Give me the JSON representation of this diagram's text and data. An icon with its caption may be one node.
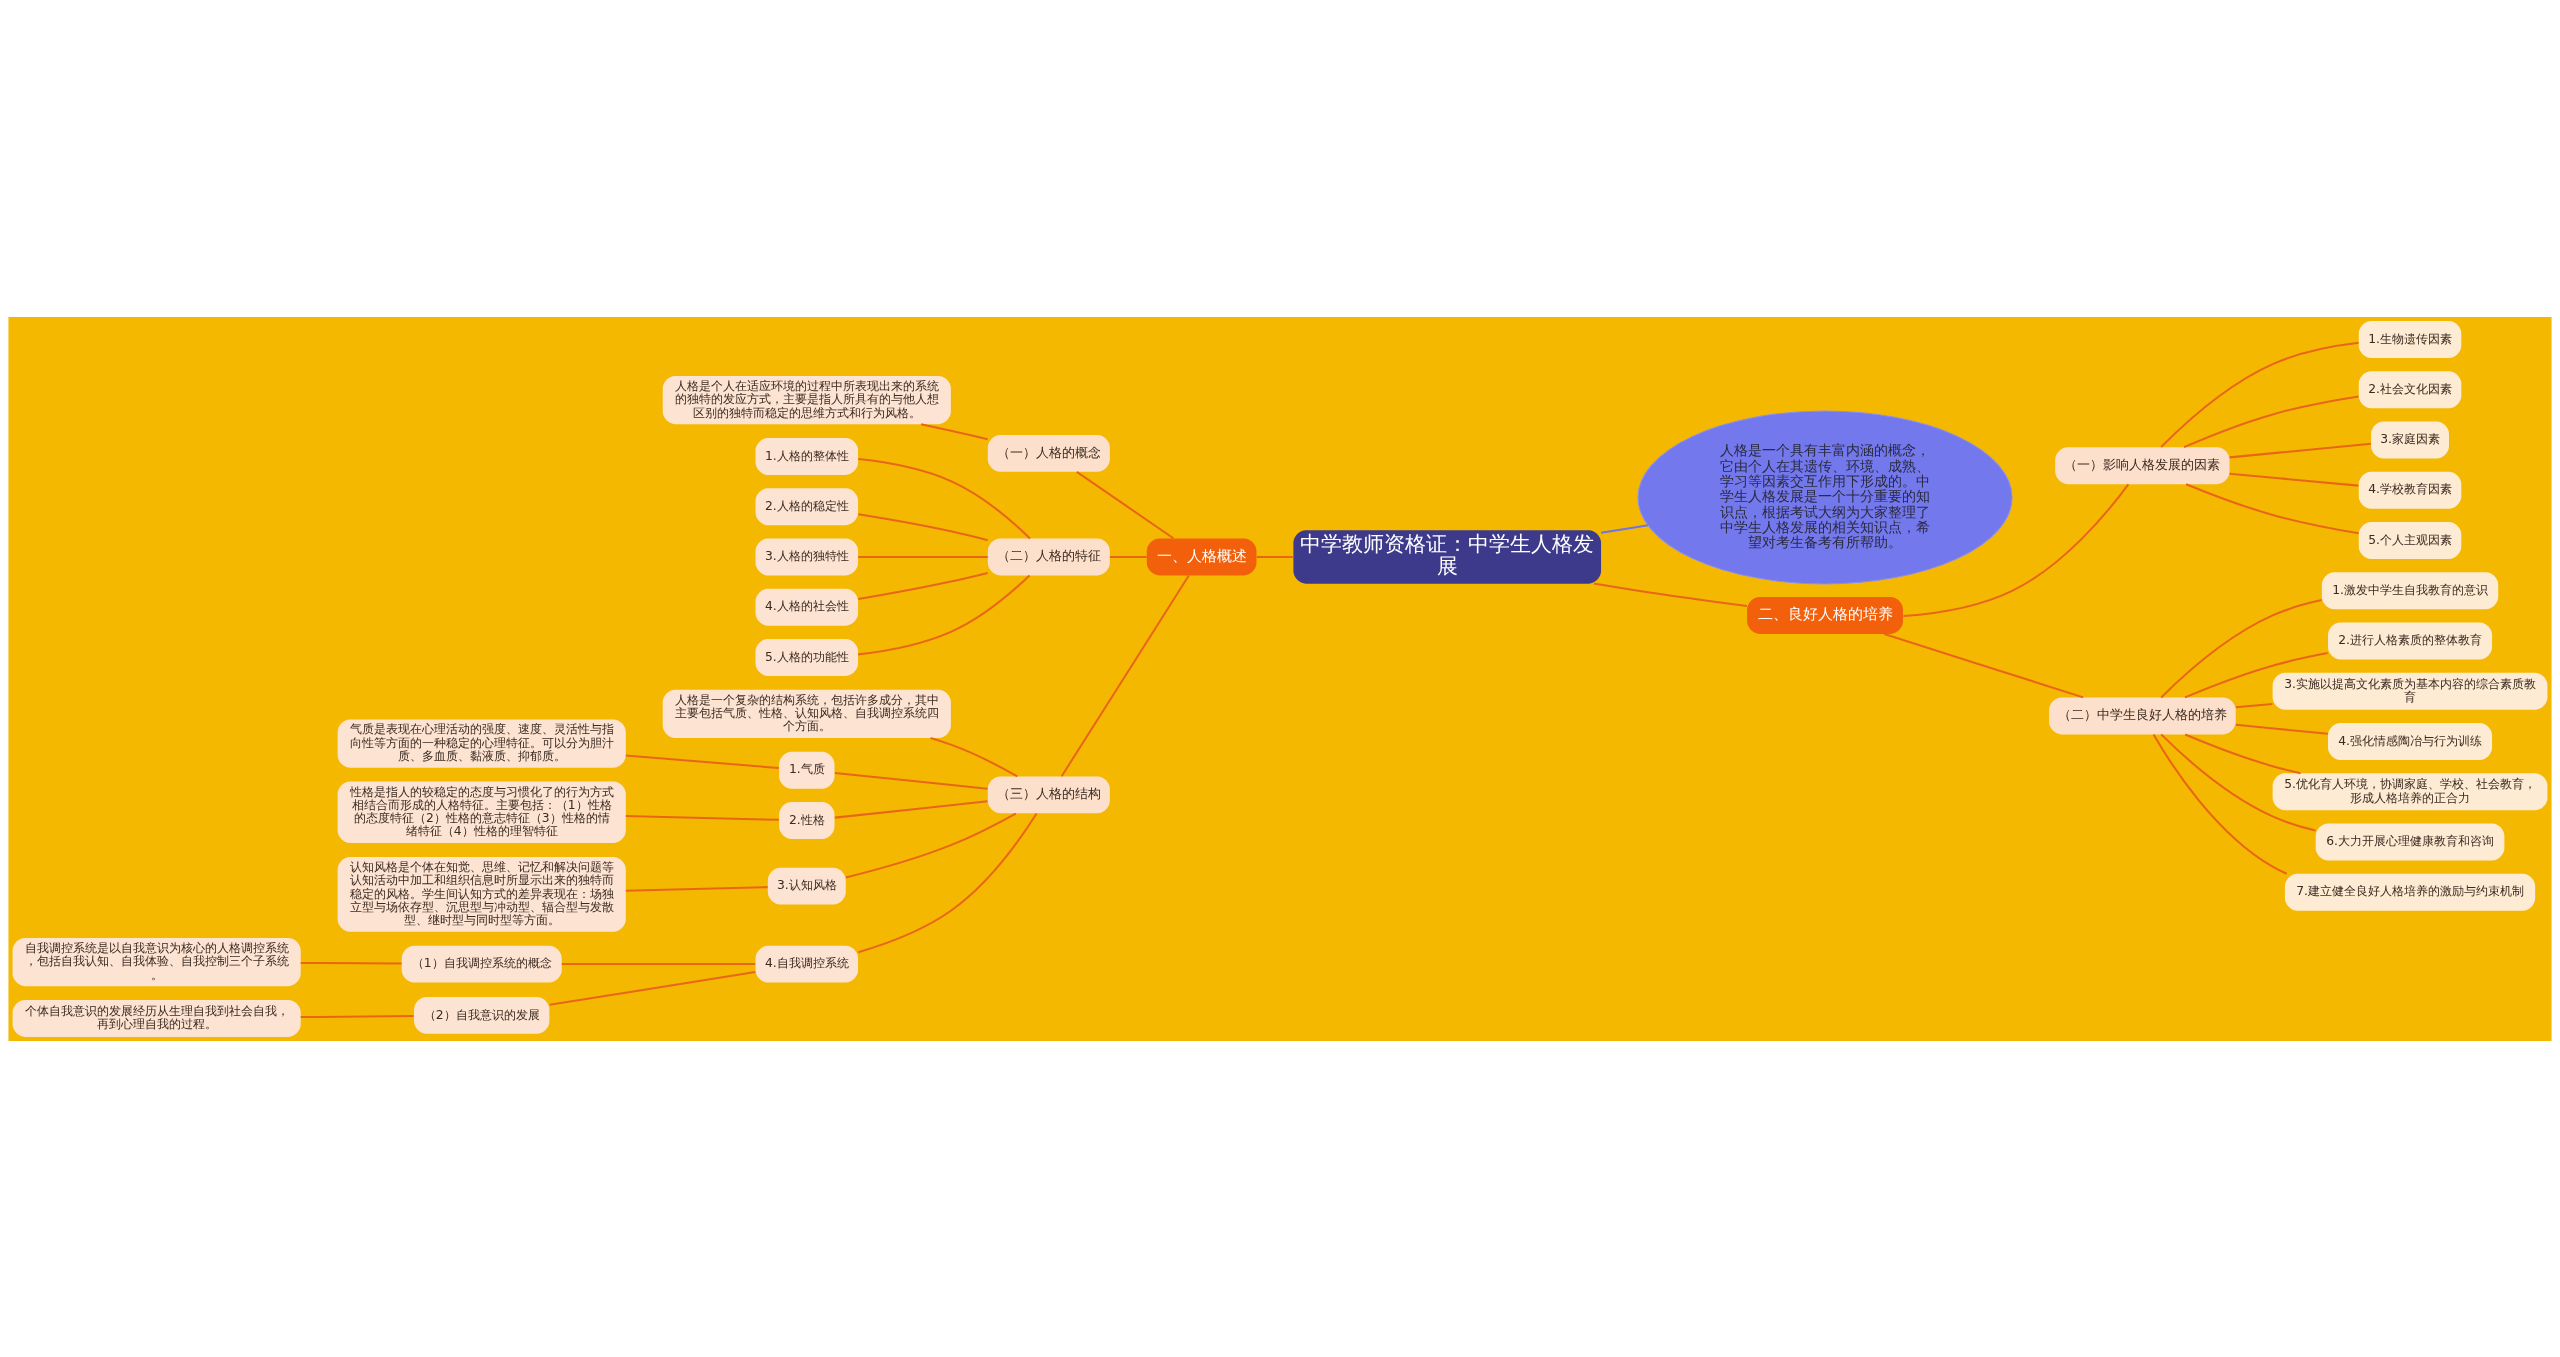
{
  "diagram": {
    "nodes": [
      {
        "text": [
          "中学教师资格证：中学生人格发展"
        ]
      },
      {
        "text": [
          "一、人格概述"
        ]
      },
      {
        "text": [
          "（一）人格的概念"
        ]
      },
      {
        "text": [
          "人格是个人在适应环境的过程中所表现出来的系统的独特的发应方式，主要是指人所具有的与他人想区别的独特而稳定的思维方式和行为风格。"
        ]
      },
      {
        "text": [
          "（二）人格的特征"
        ]
      },
      {
        "text": [
          "1.人格的整体性"
        ]
      },
      {
        "text": [
          "2.人格的稳定性"
        ]
      },
      {
        "text": [
          "3.人格的独特性"
        ]
      },
      {
        "text": [
          "4.人格的社会性"
        ]
      },
      {
        "text": [
          "5.人格的功能性"
        ]
      },
      {
        "text": [
          "（三）人格的结构"
        ]
      },
      {
        "text": [
          "人格是一个复杂的结构系统，包括许多成分，其中主要包括气质、性格、认知风格、自我调控系统四个方面。"
        ]
      },
      {
        "text": [
          "1.气质"
        ]
      },
      {
        "text": [
          "气质是表现在心理活动的强度、速度、灵活性与指向性等方面的一种稳定的心理特征。可以分为胆汁质、多血质、黏液质、抑郁质。"
        ]
      },
      {
        "text": [
          "2.性格"
        ]
      },
      {
        "text": [
          "性格是指人的较稳定的态度与习惯化了的行为方式相结合而形成的人格特征。主要包括：（1）性格的态度特征（2）性格的意志特征（3）性格的情绪特征（4）性格的理智特征"
        ]
      },
      {
        "text": [
          "3.认知风格"
        ]
      },
      {
        "text": [
          "认知风格是个体在知觉、思维、记忆和解决问题等认知活动中加工和组织信息时所显示出来的独特而稳定的风格。学生间认知方式的差异表现在：场独立型与场依存型、沉思型与冲动型、辐合型与发散型、继时型与同时型等方面。"
        ]
      },
      {
        "text": [
          "4.自我调控系统"
        ]
      },
      {
        "text": [
          "（1）自我调控系统的概念"
        ]
      },
      {
        "text": [
          "自我调控系统是以自我意识为核心的人格调控系统，包括自我认知、自我体验、自我控制三个子系统。"
        ]
      },
      {
        "text": [
          "（2）自我意识的发展"
        ]
      },
      {
        "text": [
          "个体自我意识的发展经历从生理自我到社会自我，再到心理自我的过程。"
        ]
      },
      {
        "text": [
          "人格是一个具有丰富内涵的概念，它由个人在其遗传、环境、成熟、学习等因素交互作用下形成的。中学生人格发展是一个十分重要的知识点，根据考试大纲为大家整理了中学生人格发展的相关知识点，希望对考生备考有所帮助。"
        ]
      },
      {
        "text": [
          "二、良好人格的培养"
        ]
      },
      {
        "text": [
          "（一）影响人格发展的因素"
        ]
      },
      {
        "text": [
          "1.生物遗传因素"
        ]
      },
      {
        "text": [
          "2.社会文化因素"
        ]
      },
      {
        "text": [
          "3.家庭因素"
        ]
      },
      {
        "text": [
          "4.学校教育因素"
        ]
      },
      {
        "text": [
          "5.个人主观因素"
        ]
      },
      {
        "text": [
          "（二）中学生良好人格的培养"
        ]
      },
      {
        "text": [
          "1.激发中学生自我教育的意识"
        ]
      },
      {
        "text": [
          "2.进行人格素质的整体教育"
        ]
      },
      {
        "text": [
          "3.实施以提高文化素质为基本内容的综合素质教育"
        ]
      },
      {
        "text": [
          "4.强化情感陶冶与行为训练"
        ]
      },
      {
        "text": [
          "5.优化育人环境，协调家庭、学校、社会教育，形成人格培养的正合力"
        ]
      },
      {
        "text": [
          "6.大力开展心理健康教育和咨询"
        ]
      },
      {
        "text": [
          "7.建立健全良好人格培养的激励与约束机制"
        ]
      }
    ],
    "edges": [
      {
        "from": 1,
        "to": 0,
        "arrow": "none"
      },
      {
        "from": 2,
        "to": 1,
        "arrow": "none"
      },
      {
        "from": 3,
        "to": 2,
        "arrow": "none"
      },
      {
        "from": 4,
        "to": 1,
        "arrow": "none"
      },
      {
        "from": 5,
        "to": 4,
        "arrow": "none"
      },
      {
        "from": 6,
        "to": 4,
        "arrow": "none"
      },
      {
        "from": 7,
        "to": 4,
        "arrow": "none"
      },
      {
        "from": 8,
        "to": 4,
        "arrow": "none"
      },
      {
        "from": 9,
        "to": 4,
        "arrow": "none"
      },
      {
        "from": 10,
        "to": 1,
        "arrow": "none"
      },
      {
        "from": 11,
        "to": 10,
        "arrow": "none"
      },
      {
        "from": 12,
        "to": 10,
        "arrow": "none"
      },
      {
        "from": 13,
        "to": 12,
        "arrow": "none"
      },
      {
        "from": 14,
        "to": 10,
        "arrow": "none"
      },
      {
        "from": 15,
        "to": 14,
        "arrow": "none"
      },
      {
        "from": 16,
        "to": 10,
        "arrow": "none"
      },
      {
        "from": 17,
        "to": 16,
        "arrow": "none"
      },
      {
        "from": 18,
        "to": 10,
        "arrow": "none"
      },
      {
        "from": 19,
        "to": 18,
        "arrow": "none"
      },
      {
        "from": 20,
        "to": 19,
        "arrow": "none"
      },
      {
        "from": 21,
        "to": 18,
        "arrow": "none"
      },
      {
        "from": 22,
        "to": 21,
        "arrow": "none"
      },
      {
        "from": 0,
        "to": 23,
        "arrow": "none",
        "color": "#6f74e6"
      },
      {
        "from": 0,
        "to": 24,
        "arrow": "none"
      },
      {
        "from": 24,
        "to": 25,
        "arrow": "none"
      },
      {
        "from": 25,
        "to": 26,
        "arrow": "none"
      },
      {
        "from": 25,
        "to": 27,
        "arrow": "none"
      },
      {
        "from": 25,
        "to": 28,
        "arrow": "none"
      },
      {
        "from": 25,
        "to": 29,
        "arrow": "none"
      },
      {
        "from": 25,
        "to": 30,
        "arrow": "none"
      },
      {
        "from": 24,
        "to": 31,
        "arrow": "none"
      },
      {
        "from": 31,
        "to": 32,
        "arrow": "none"
      },
      {
        "from": 31,
        "to": 33,
        "arrow": "none"
      },
      {
        "from": 31,
        "to": 34,
        "arrow": "none"
      },
      {
        "from": 31,
        "to": 35,
        "arrow": "none"
      },
      {
        "from": 31,
        "to": 36,
        "arrow": "none"
      },
      {
        "from": 31,
        "to": 37,
        "arrow": "none"
      },
      {
        "from": 31,
        "to": 38,
        "arrow": "none"
      }
    ]
  }
}
